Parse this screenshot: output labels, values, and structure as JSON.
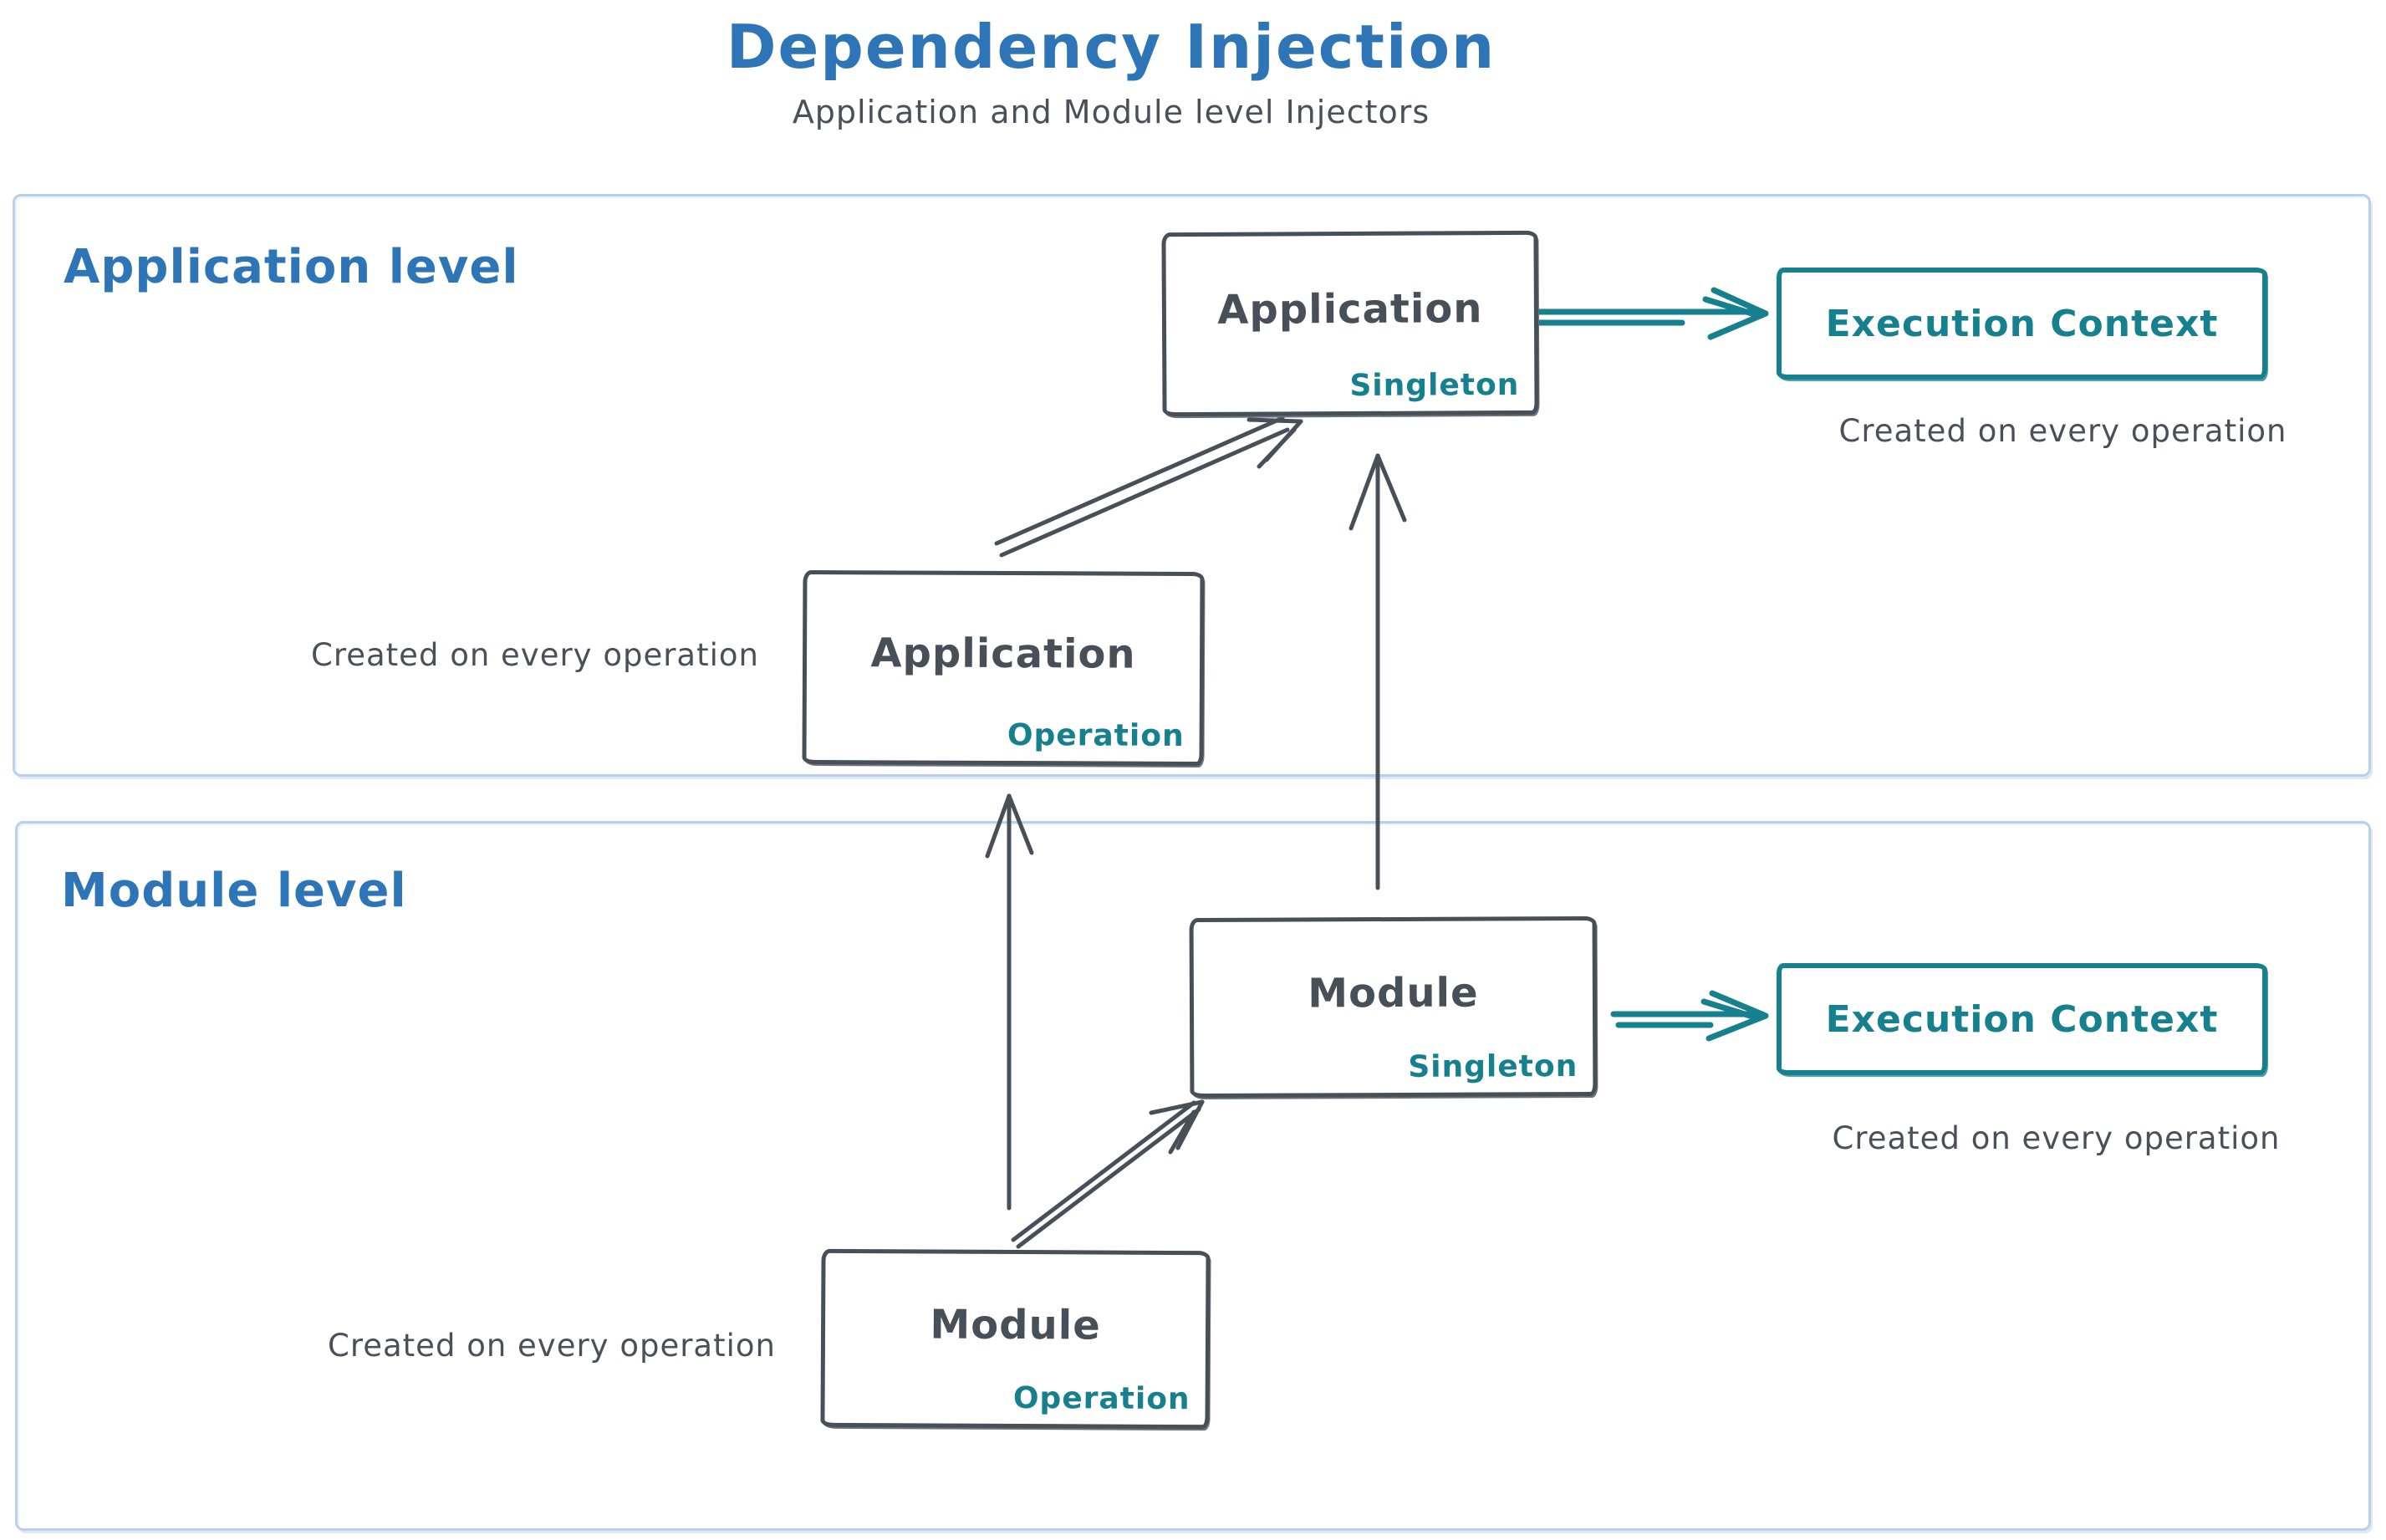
{
  "title": {
    "text": "Dependency Injection",
    "subtitle": "Application and Module level Injectors"
  },
  "colors": {
    "accent_blue": "#2e75b8",
    "accent_teal": "#17808e",
    "ink_dark": "#475059",
    "caption_gray": "#4a5059",
    "panel_border_blue": "#b9cfea",
    "background": "#ffffff"
  },
  "panels": {
    "application": {
      "label": "Application level"
    },
    "module": {
      "label": "Module level"
    }
  },
  "nodes": {
    "app_singleton": {
      "label": "Application",
      "sublabel": "Singleton"
    },
    "app_operation": {
      "label": "Application",
      "sublabel": "Operation",
      "caption": "Created on every operation"
    },
    "module_singleton": {
      "label": "Module",
      "sublabel": "Singleton"
    },
    "module_operation": {
      "label": "Module",
      "sublabel": "Operation",
      "caption": "Created on every operation"
    },
    "exec_app": {
      "label": "Execution Context",
      "caption": "Created on every operation"
    },
    "exec_module": {
      "label": "Execution Context",
      "caption": "Created on every operation"
    }
  },
  "edges": [
    {
      "from": "app_operation",
      "to": "app_singleton",
      "style": "sketch-dark-diagonal"
    },
    {
      "from": "module_operation",
      "to": "app_operation",
      "style": "sketch-dark-vertical"
    },
    {
      "from": "module_singleton",
      "to": "app_singleton",
      "style": "sketch-dark-vertical"
    },
    {
      "from": "module_operation",
      "to": "module_singleton",
      "style": "sketch-dark-diagonal"
    },
    {
      "from": "app_singleton",
      "to": "exec_app",
      "style": "teal-horizontal"
    },
    {
      "from": "module_singleton",
      "to": "exec_module",
      "style": "teal-horizontal"
    }
  ]
}
